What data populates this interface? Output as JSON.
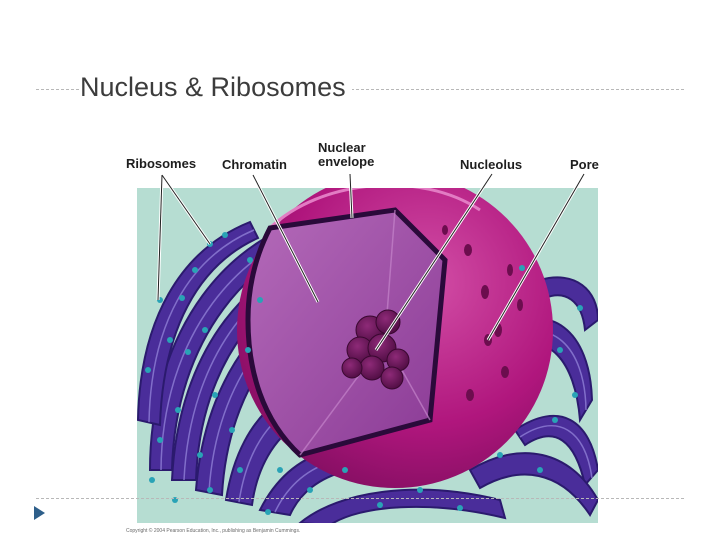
{
  "slide": {
    "title": "Nucleus & Ribosomes"
  },
  "figure": {
    "labels": {
      "ribosomes": "Ribosomes",
      "chromatin": "Chromatin",
      "nuclear_envelope": "Nuclear\nenvelope",
      "nucleolus": "Nucleolus",
      "pore": "Pore"
    },
    "credit": "Copyright © 2004 Pearson Education, Inc., publishing as Benjamin Cummings."
  },
  "colors": {
    "background": "#b6ddd2",
    "nucleus": "#b0167d",
    "interior": "#9c3c9e",
    "er": "#4a2d9a",
    "ribosome": "#29a3b6",
    "nucleolus": "#6a1457"
  }
}
